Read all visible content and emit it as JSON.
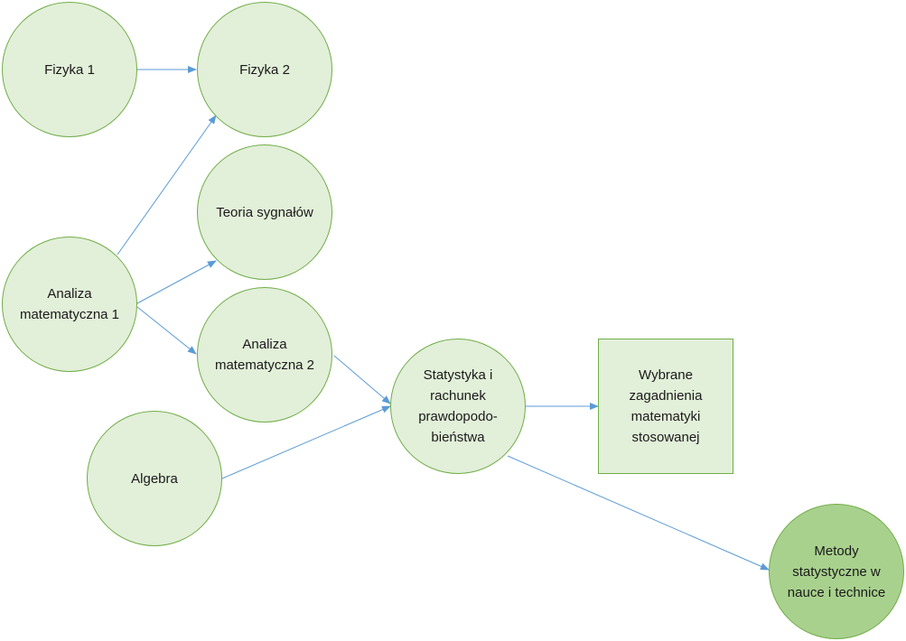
{
  "diagram": {
    "nodes": {
      "fizyka1": "Fizyka 1",
      "fizyka2": "Fizyka 2",
      "teoria": "Teoria sygnałów",
      "analiza1": "Analiza\nmatematyczna 1",
      "analiza2": "Analiza\nmatematyczna 2",
      "algebra": "Algebra",
      "statystyka": "Statystyka i\nrachunek\nprawdopodo-\nbieństwa",
      "wybrane": "Wybrane\nzagadnienia\nmatematyki\nstosowanej",
      "metody": "Metody\nstatystyczne w\nnauce i technice"
    },
    "colors": {
      "node_fill": "#e2efd9",
      "node_fill_dark": "#a9d18e",
      "node_border": "#70ad47",
      "arrow": "#5b9bd5"
    }
  }
}
